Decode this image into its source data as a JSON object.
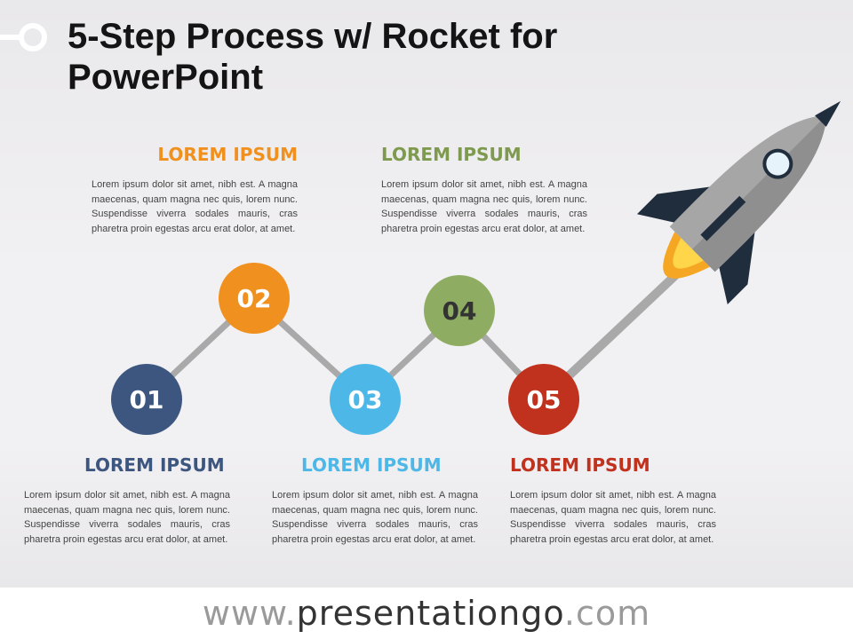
{
  "title": "5-Step Process w/ Rocket for PowerPoint",
  "footer": {
    "prefix": "www.",
    "domain": "presentationgo",
    "suffix": ".com"
  },
  "steps": [
    {
      "number": "01",
      "heading": "LOREM IPSUM",
      "color": "#3d5680",
      "body": "Lorem ipsum dolor sit amet, nibh est. A magna maecenas, quam magna nec quis, lorem nunc. Suspendisse viverra sodales mauris, cras pharetra proin egestas arcu erat dolor, at amet."
    },
    {
      "number": "02",
      "heading": "LOREM IPSUM",
      "color": "#f0901e",
      "body": "Lorem ipsum dolor sit amet, nibh est. A magna maecenas, quam magna nec quis, lorem nunc. Suspendisse viverra sodales mauris, cras pharetra proin egestas arcu erat dolor, at amet."
    },
    {
      "number": "03",
      "heading": "LOREM IPSUM",
      "color": "#4db8e8",
      "body": "Lorem ipsum dolor sit amet, nibh est. A magna maecenas, quam magna nec quis, lorem nunc. Suspendisse viverra sodales mauris, cras pharetra proin egestas arcu erat dolor, at amet."
    },
    {
      "number": "04",
      "heading": "LOREM IPSUM",
      "color": "#8fad62",
      "body": "Lorem ipsum dolor sit amet, nibh est. A magna maecenas, quam magna nec quis, lorem nunc. Suspendisse viverra sodales mauris, cras pharetra proin egestas arcu erat dolor, at amet."
    },
    {
      "number": "05",
      "heading": "LOREM IPSUM",
      "color": "#c0311e",
      "body": "Lorem ipsum dolor sit amet, nibh est. A magna maecenas, quam magna nec quis, lorem nunc. Suspendisse viverra sodales mauris, cras pharetra proin egestas arcu erat dolor, at amet."
    }
  ],
  "colors": {
    "connector": "#a9a9a9",
    "rocket_body": "#a6a6a6",
    "rocket_fin": "#1f2d3d",
    "flame": "#f5a623"
  }
}
